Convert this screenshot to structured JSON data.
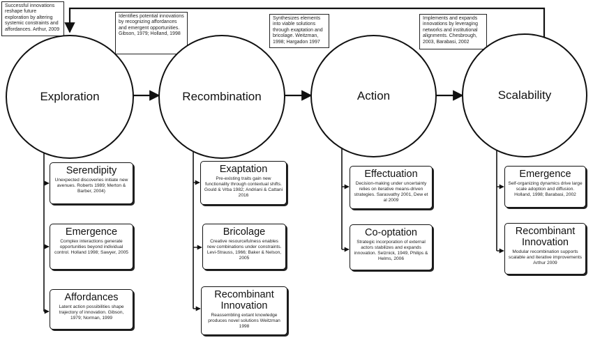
{
  "feedback_note": "Successful innovations reshape future exploration by altering systemic constraints and affordances. Arthur, 2009",
  "transition_notes": [
    "Identifies potential innovations by recognizing affordances and emergent opportunities. Gibson, 1979; Holland, 1998",
    "Synthesizes elements into viable solutions through exaptation and bricolage. Weitzman, 1998; Hargadon 1997",
    "Implements and expands innovations by leveraging networks and institutional alignments. Chesbrough, 2003, Barabasi, 2002"
  ],
  "stages": [
    "Exploration",
    "Recombination",
    "Action",
    "Scalability"
  ],
  "exploration_boxes": [
    {
      "title": "Serendipity",
      "desc": "Unexpected discoveries initiate new avenues. Roberts 1989; Merton & Barber, 2004)"
    },
    {
      "title": "Emergence",
      "desc": "Complex interactions generate opportunities beyond individual control. Holland 1998; Sawyer, 2005"
    },
    {
      "title": "Affordances",
      "desc": "Latent action possibilities shape trajectory of innovation. Gibson, 1979; Norman, 1999"
    }
  ],
  "recombination_boxes": [
    {
      "title": "Exaptation",
      "desc": "Pre-existing traits gain new functionality through contextual shifts. Gould & Vrba 1982; Andriani & Cattani 2016"
    },
    {
      "title": "Bricolage",
      "desc": "Creative resourcefulness enables new combinations under constraints. Levi-Strauss, 1966; Baker & Nelson, 2005"
    },
    {
      "title": "Recombinant\nInnovation",
      "desc": "Reassembling extant knowledge produces novel solutions Weitzman 1998"
    }
  ],
  "action_boxes": [
    {
      "title": "Effectuation",
      "desc": "Decision-making under uncertainty relies on iterative means-driven strategies. Sarasvathy 2001, Dew et al 2009"
    },
    {
      "title": "Co-optation",
      "desc": "Strategic incorporation of external actors stabilizes and expands innovation. Selznick, 1949, Philips & Helms, 2006"
    }
  ],
  "scalability_boxes": [
    {
      "title": "Emergence",
      "desc": "Self-organizing dynamics drive large scale adoption and diffusion. Holland, 1998; Barabasi, 2002"
    },
    {
      "title": "Recombinant\nInnovation",
      "desc": "Modular recombination supports scalable and iterative improvements Arthur 2009"
    }
  ]
}
